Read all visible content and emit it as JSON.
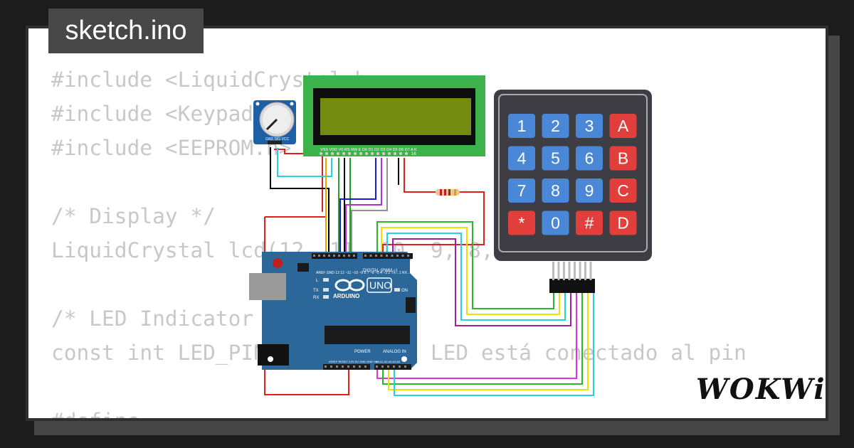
{
  "tab": {
    "title": "sketch.ino"
  },
  "code_lines": [
    "#include <LiquidCrystal.h>",
    "#include <Keypad.h>",
    "#include <EEPROM.h>",
    "",
    "/* Display */",
    "LiquidCrystal lcd(12, 11, 10, 9, 8, 7);",
    "",
    "/* LED Indicator */",
    "const int LED_PIN = 13; // El LED está conectado al pin",
    "",
    "#define ..."
  ],
  "keypad": {
    "keys": [
      "1",
      "2",
      "3",
      "A",
      "4",
      "5",
      "6",
      "B",
      "7",
      "8",
      "9",
      "C",
      "*",
      "0",
      "#",
      "D"
    ]
  },
  "board": {
    "logo_text": "UNO",
    "brand_text": "ARDUINO",
    "digital_label": "DIGITAL (PWM ~)",
    "power_label": "POWER",
    "analog_label": "ANALOG IN",
    "on_label": "ON",
    "led_labels": [
      "L",
      "TX",
      "RX"
    ],
    "top_pins": "AREF GND 13 12 ~11 ~10 ~9 8   7 ~6 ~5 4 ~3 2 TX→1 RX←0",
    "power_pins": "IOREF RESET 3.3V 5V GND GND Vin",
    "analog_pins": "A0 A1 A2 A3 A4 A5"
  },
  "lcd": {
    "pin_labels": "VSS VDD V0 RS RW E D0 D1 D2 D3 D4 D5 D6 D7 A K",
    "pin_number": "16"
  },
  "pot": {
    "label": "GND SIG VCC"
  },
  "brand": {
    "logo": "WOKWi"
  },
  "colors": {
    "background": "#1c1c1c",
    "card": "#ffffff",
    "code_text": "#c8c8c8",
    "lcd_board": "#3bb24a",
    "lcd_screen": "#738c10",
    "keypad_body": "#3d3d43",
    "key_blue": "#4a87d6",
    "key_red": "#e23e3b",
    "arduino_board": "#2b6798"
  }
}
